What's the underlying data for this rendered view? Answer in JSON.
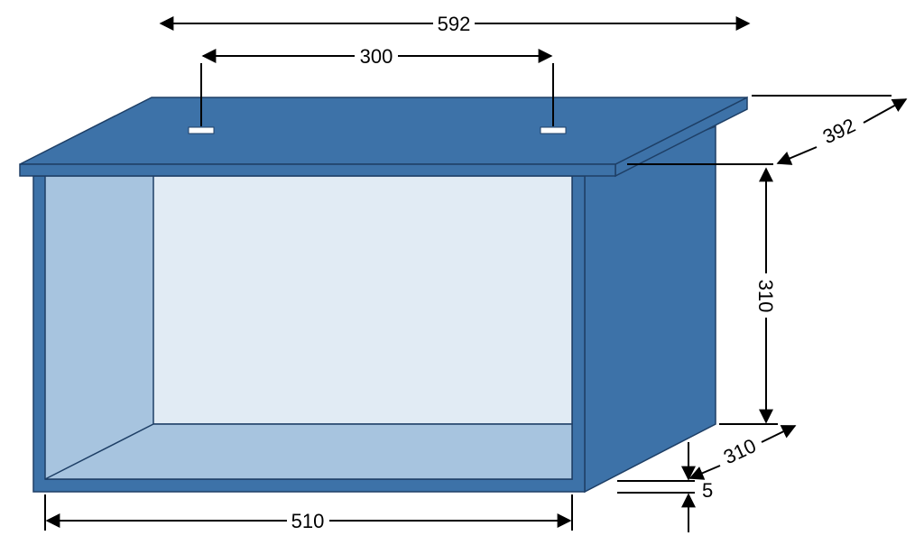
{
  "colors": {
    "frame_dark": "#3d72a8",
    "panel_light": "#a7c4df",
    "panel_lightest": "#e1ebf4",
    "edge": "#1e3f66",
    "slot": "#ffffff",
    "dimension": "#000000"
  },
  "dimensions": {
    "top_width": "592",
    "slot_spacing": "300",
    "top_depth": "392",
    "height": "310",
    "depth": "310",
    "thickness": "5",
    "base_width": "510"
  }
}
